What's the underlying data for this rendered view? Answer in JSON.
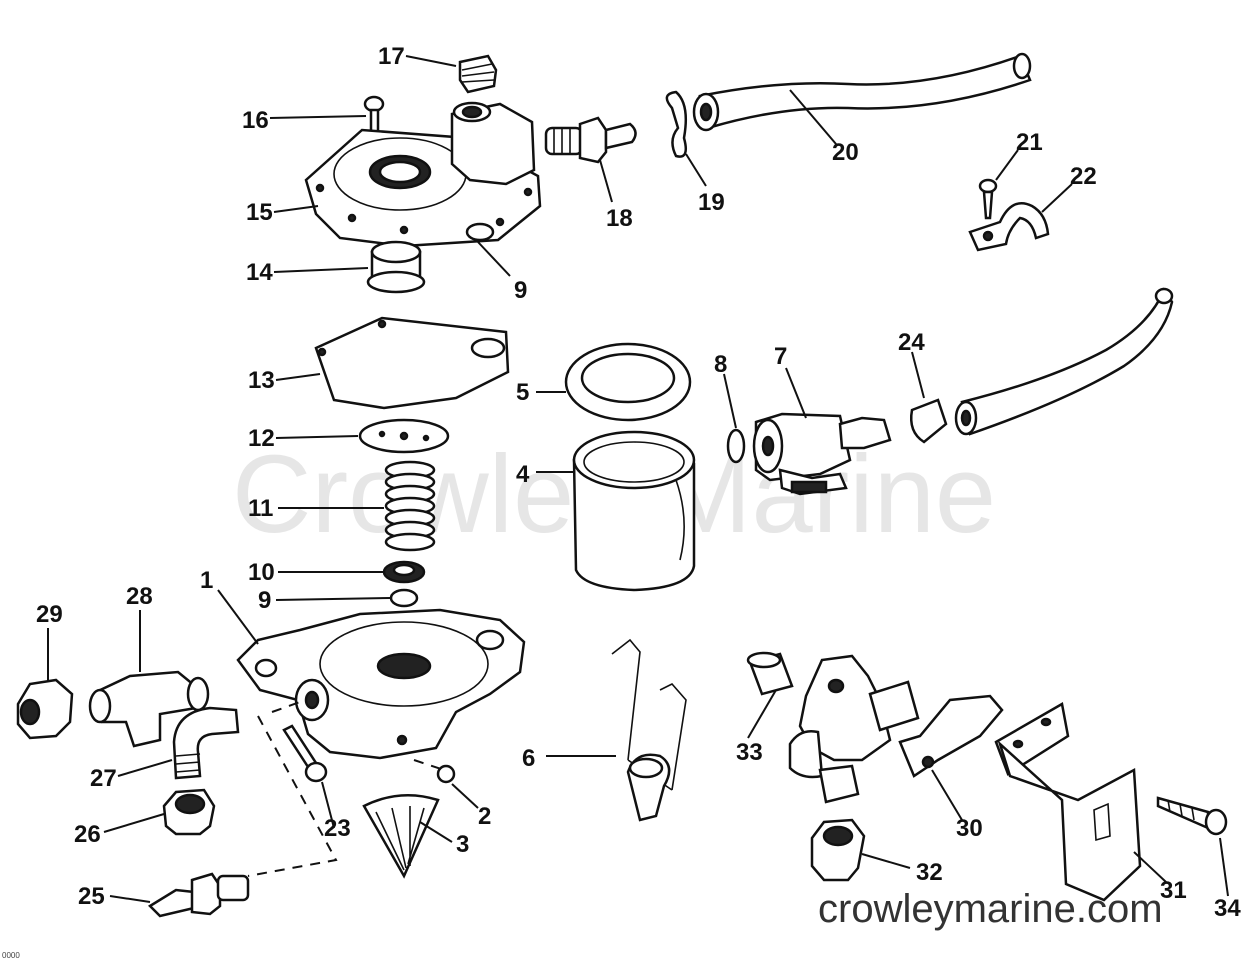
{
  "watermark": "Crowley Marine",
  "site": "crowleymarine.com",
  "callouts": [
    "1",
    "2",
    "3",
    "4",
    "5",
    "6",
    "7",
    "8",
    "9",
    "9",
    "10",
    "11",
    "12",
    "13",
    "14",
    "15",
    "16",
    "17",
    "18",
    "19",
    "20",
    "21",
    "22",
    "23",
    "24",
    "25",
    "26",
    "27",
    "28",
    "29",
    "30",
    "31",
    "32",
    "33",
    "34"
  ],
  "small_mark": "0000"
}
